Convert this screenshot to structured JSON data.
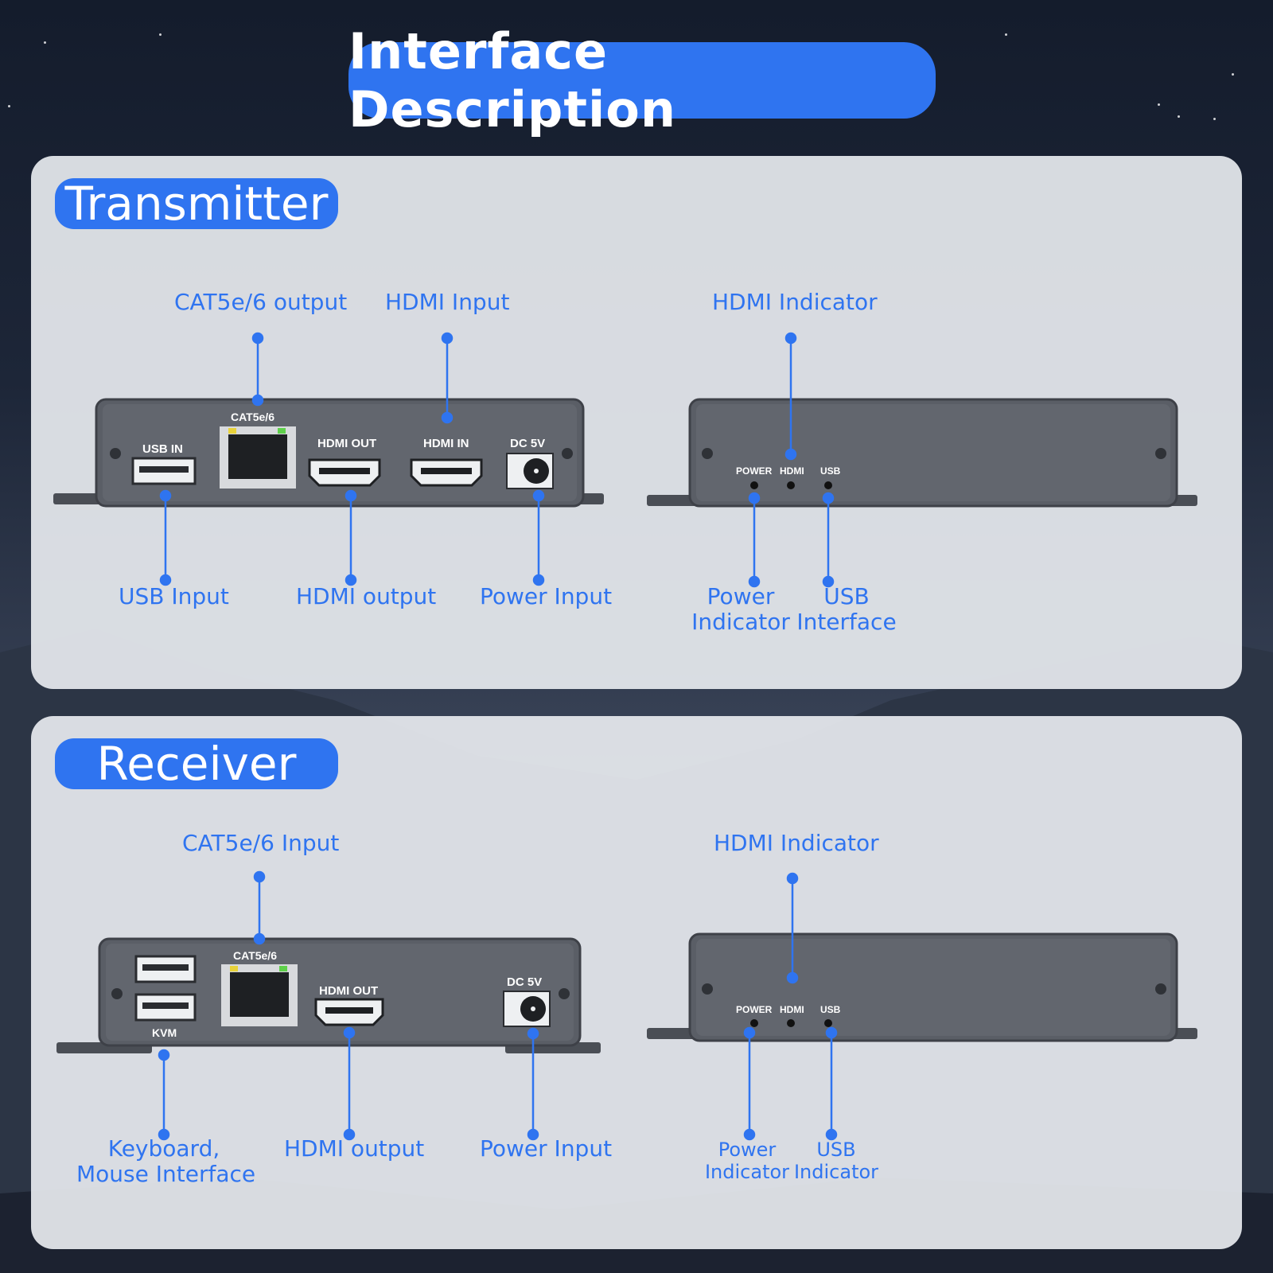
{
  "title": "Interface Description",
  "colors": {
    "accent": "#2f74f0",
    "device": "#54585f"
  },
  "transmitter": {
    "heading": "Transmitter",
    "labels": {
      "cat_output": "CAT5e/6 output",
      "hdmi_input": "HDMI Input",
      "hdmi_indicator": "HDMI Indicator",
      "usb_input": "USB Input",
      "hdmi_output": "HDMI output",
      "power_input": "Power Input",
      "power_indicator_1": "Power",
      "power_indicator_2": "Indicator",
      "usb_interface_1": "USB",
      "usb_interface_2": "Interface"
    },
    "ports": {
      "usb_in": "USB IN",
      "cat": "CAT5e/6",
      "hdmi_out": "HDMI OUT",
      "hdmi_in": "HDMI IN",
      "dc": "DC 5V"
    },
    "indicators": {
      "power": "POWER",
      "hdmi": "HDMI",
      "usb": "USB"
    }
  },
  "receiver": {
    "heading": "Receiver",
    "labels": {
      "cat_input": "CAT5e/6 Input",
      "hdmi_indicator": "HDMI Indicator",
      "kvm_1": "Keyboard,",
      "kvm_2": "Mouse Interface",
      "hdmi_output": "HDMI output",
      "power_input": "Power Input",
      "power_indicator_1": "Power",
      "power_indicator_2": "Indicator",
      "usb_indicator_1": "USB",
      "usb_indicator_2": "Indicator"
    },
    "ports": {
      "cat": "CAT5e/6",
      "hdmi_out": "HDMI OUT",
      "dc": "DC 5V",
      "kvm": "KVM"
    },
    "indicators": {
      "power": "POWER",
      "hdmi": "HDMI",
      "usb": "USB"
    }
  }
}
